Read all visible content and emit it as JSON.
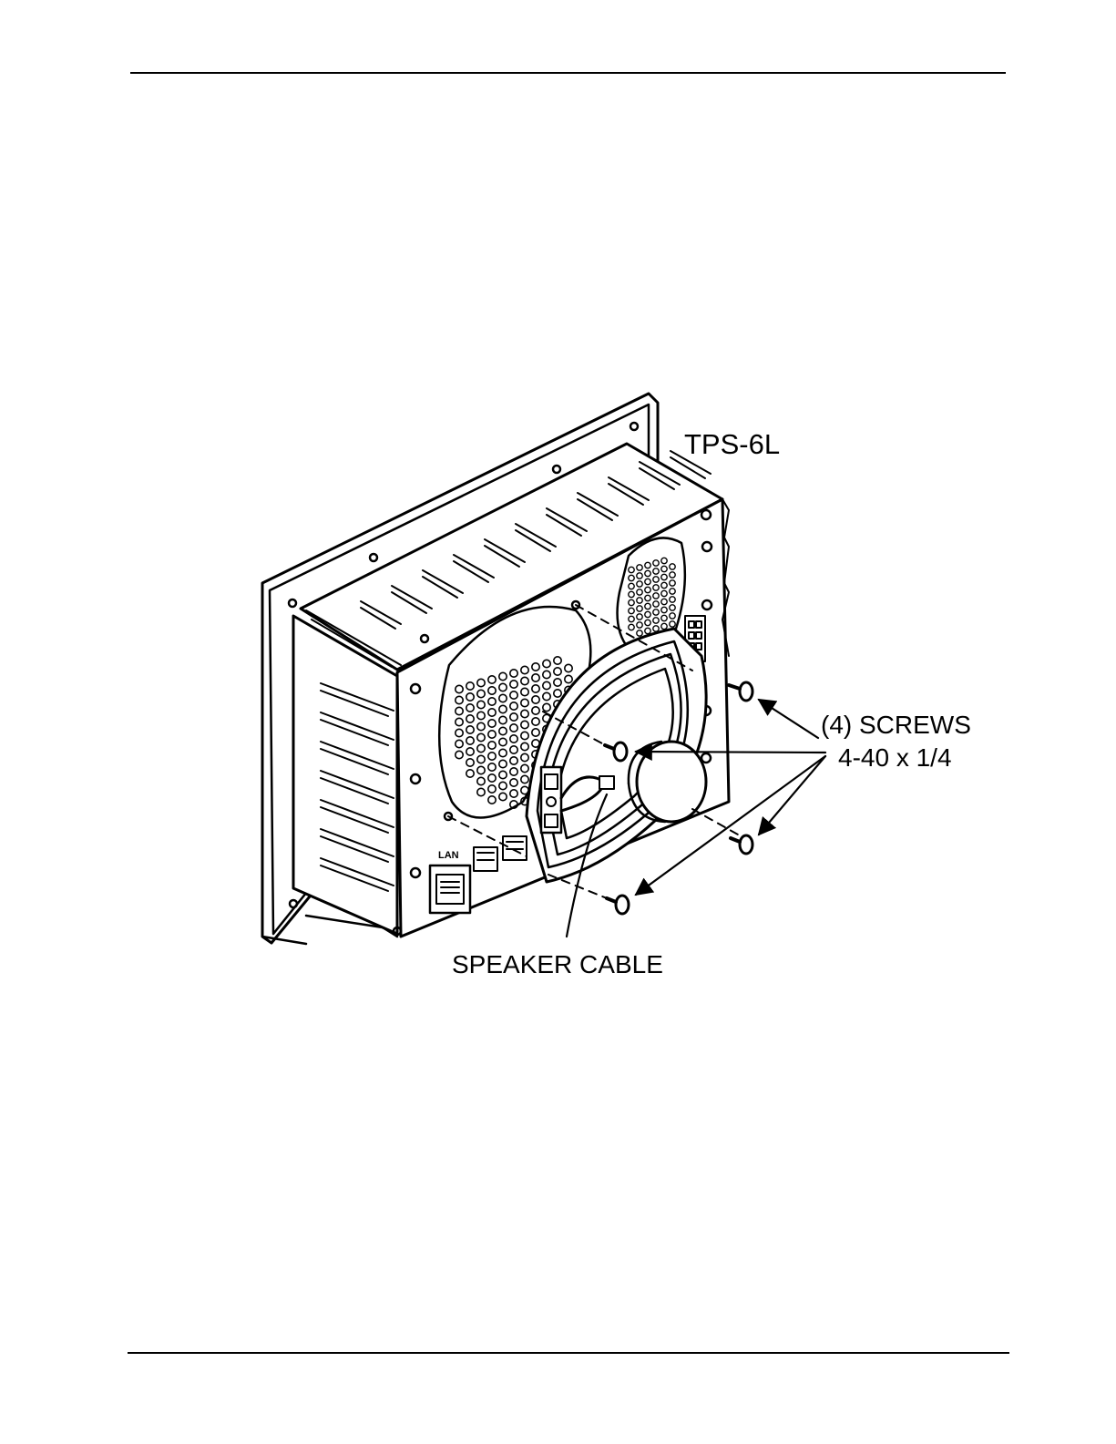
{
  "figure": {
    "model_label": "TPS-6L",
    "screws_label": "(4) SCREWS",
    "screws_size": "4-40 x 1/4",
    "cable_label": "SPEAKER CABLE",
    "panel_port_label": "LAN"
  },
  "colors": {
    "ink": "#000000",
    "paper": "#ffffff"
  }
}
